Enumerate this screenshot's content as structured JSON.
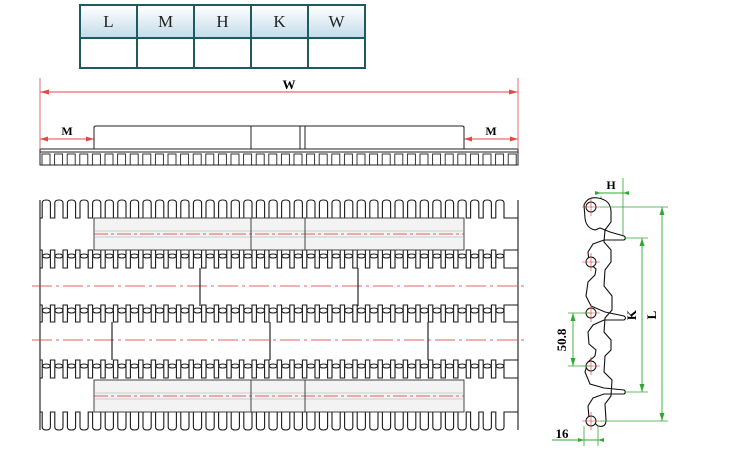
{
  "table": {
    "headers": [
      "L",
      "M",
      "H",
      "K",
      "W"
    ],
    "values": [
      "",
      "",
      "",
      "",
      ""
    ]
  },
  "labels": {
    "width": "W",
    "margin_left": "M",
    "margin_right": "M",
    "height": "H",
    "pitch_k": "K",
    "length": "L",
    "pitch": "50.8",
    "thickness": "16"
  },
  "colors": {
    "outline": "#111111",
    "dimension": "#e04a4a",
    "centerline": "#d93030",
    "dimension_green": "#32a832",
    "table_border": "#1d5b60"
  }
}
